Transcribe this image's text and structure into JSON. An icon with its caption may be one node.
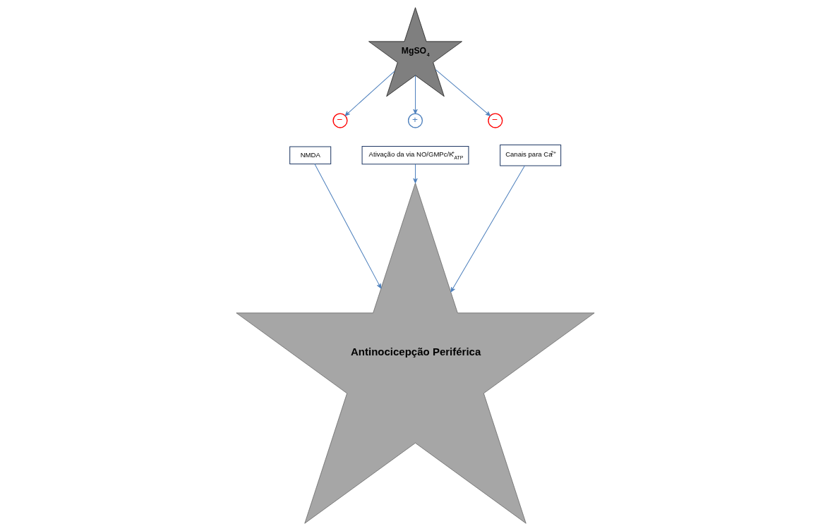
{
  "diagram": {
    "nodes": [
      {
        "text": [
          "MgSO$_{4}$"
        ]
      },
      {
        "text": [
          "−"
        ]
      },
      {
        "text": [
          "+"
        ]
      },
      {
        "text": [
          "−"
        ]
      },
      {
        "text": [
          "NMDA"
        ]
      },
      {
        "text": [
          "Ativação da via NO/GMPc/K$^{+}$$_{ATP}$"
        ]
      },
      {
        "text": [
          "Canais para Ca$^{2+}$"
        ]
      },
      {
        "text": [
          "Antinocicepção Periférica"
        ]
      }
    ],
    "edges": [
      {
        "from": 0,
        "to": 1,
        "arrow": "to"
      },
      {
        "from": 0,
        "to": 2,
        "arrow": "to"
      },
      {
        "from": 0,
        "to": 3,
        "arrow": "to"
      },
      {
        "from": 4,
        "to": 7,
        "arrow": "to"
      },
      {
        "from": 5,
        "to": 7,
        "arrow": "to"
      },
      {
        "from": 6,
        "to": 7,
        "arrow": "to"
      }
    ]
  }
}
